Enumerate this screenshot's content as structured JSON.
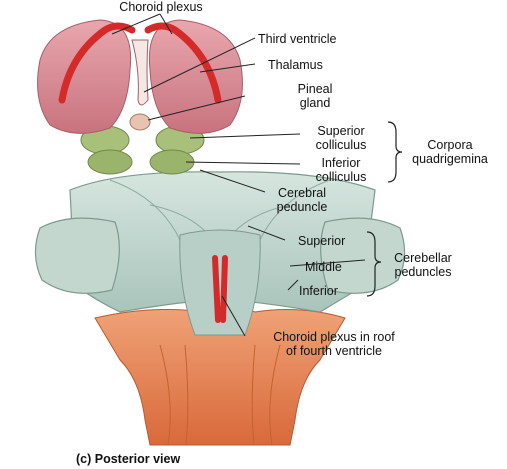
{
  "figure": {
    "caption": "(c) Posterior view",
    "labels": {
      "choroid_plexus": "Choroid plexus",
      "third_ventricle": "Third ventricle",
      "thalamus": "Thalamus",
      "pineal_gland": [
        "Pineal",
        "gland"
      ],
      "superior_colliculus": [
        "Superior",
        "colliculus"
      ],
      "inferior_colliculus": [
        "Inferior",
        "colliculus"
      ],
      "corpora_quadrigemina": [
        "Corpora",
        "quadrigemina"
      ],
      "cerebral_peduncle": [
        "Cerebral",
        "peduncle"
      ],
      "superior": "Superior",
      "middle": "Middle",
      "inferior": "Inferior",
      "cerebellar_peduncles": [
        "Cerebellar",
        "peduncles"
      ],
      "choroid_plexus_roof": [
        "Choroid plexus in roof",
        "of fourth ventricle"
      ]
    },
    "colors": {
      "thalamus": "#d98a92",
      "choroid": "#d42a2a",
      "colliculi": "#a9c07a",
      "pineal": "#e8c4b0",
      "brainstem": "#c8dcd4",
      "spinal": "#e88a58",
      "leader": "#222222"
    }
  }
}
